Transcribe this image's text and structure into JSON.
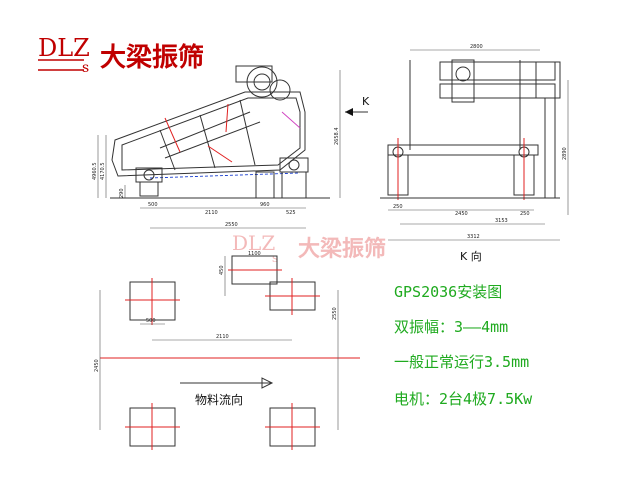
{
  "brand": {
    "logo_latin": "DLZ",
    "logo_sub": "s",
    "logo_cn": "大梁振筛",
    "watermark_latin": "DLZ",
    "watermark_sub": "s",
    "watermark_cn": "大梁振筛"
  },
  "side_view": {
    "dims_bottom": [
      "500",
      "2110",
      "960",
      "525"
    ],
    "dim_overall": "2550",
    "dims_left": [
      "4960.5",
      "4170.5",
      "290"
    ],
    "dim_right": "2658.4",
    "view_arrow_label": "K"
  },
  "end_view": {
    "dim_top": "2800",
    "dims_bottom": [
      "250",
      "2450",
      "250"
    ],
    "dim_lower": "3153",
    "dim_overall": "3312",
    "dim_right": "2890",
    "view_label": "K 向"
  },
  "plan_view": {
    "dims": [
      "450",
      "1100",
      "500",
      "2110",
      "2450",
      "2550"
    ],
    "flow_label": "物料流向"
  },
  "info": {
    "line1": "GPS2036安装图",
    "line2": "双振幅：3——4mm",
    "line3": "一般正常运行3.5mm",
    "line4": "电机：2台4极7.5Kw"
  },
  "colors": {
    "brand_red": "#c00000",
    "note_green": "#1faa1f",
    "centerline_red": "#e02020",
    "dashed_blue": "#1a3fd0"
  }
}
